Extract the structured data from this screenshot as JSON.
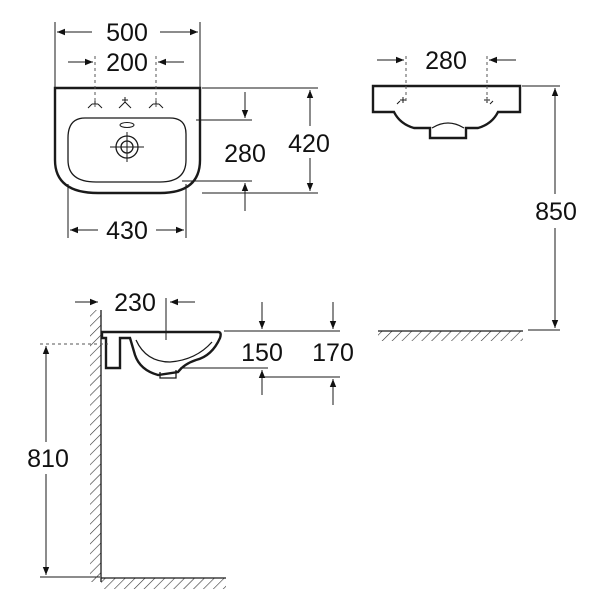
{
  "top_view": {
    "width_total": "500",
    "tap_spacing": "200",
    "bowl_width": "430",
    "depth_total": "420",
    "bowl_depth": "280"
  },
  "front_view": {
    "tap_spacing": "280",
    "install_height": "850"
  },
  "side_view": {
    "projection": "230",
    "rim_to_outlet": "150",
    "rim_to_bottom": "170",
    "outlet_height": "810"
  },
  "colors": {
    "line": "#1a1a1a",
    "background": "#ffffff"
  }
}
